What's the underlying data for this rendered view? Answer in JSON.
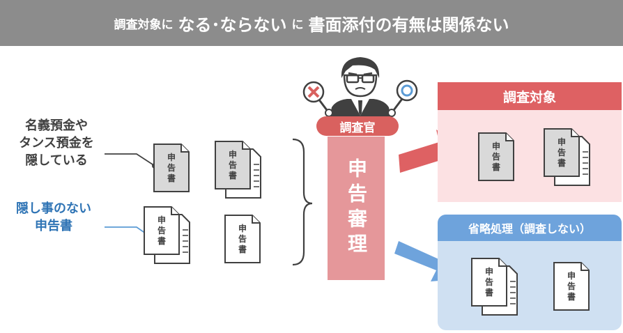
{
  "header": {
    "part1": "調査対象に",
    "part2": "なる･ならない",
    "part3": "に",
    "part4": "書面添付の有無は関係ない"
  },
  "left_labels": {
    "hidden_line1": "名義預金や",
    "hidden_line2": "タンス預金を",
    "hidden_line3": "隠している",
    "honest_line1": "隠し事のない",
    "honest_line2": "申告書"
  },
  "document": {
    "char1": "申",
    "char2": "告",
    "char3": "書"
  },
  "inspector": {
    "badge": "調査官",
    "review": "申告審理"
  },
  "outcomes": {
    "audit_title": "調査対象",
    "skip_title": "省略処理（調査しない）"
  },
  "colors": {
    "header_bg": "#8c8c8c",
    "red_accent": "#d9615f",
    "red_panel": "#fce1e3",
    "blue_accent": "#6ea3dc",
    "blue_panel": "#cfe0f2",
    "blue_text": "#2f74b5",
    "document_fill": "#d9d9d9",
    "document_stroke": "#404040"
  },
  "icons": {
    "inspector": "inspector-icon",
    "ng_sign": "cross-sign-icon",
    "ok_sign": "circle-sign-icon",
    "arrow_audit": "red-arrow-icon",
    "arrow_skip": "blue-arrow-icon"
  }
}
